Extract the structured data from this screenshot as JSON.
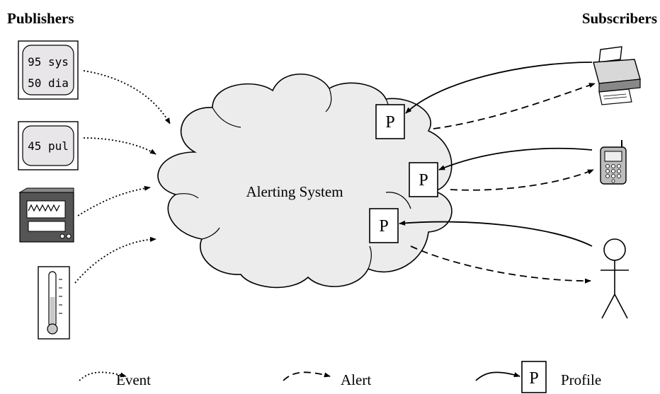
{
  "headers": {
    "publishers": "Publishers",
    "subscribers": "Subscribers"
  },
  "cloud_label": "Alerting System",
  "profile_marker": "P",
  "publishers": {
    "bp_monitor": {
      "line1": "95 sys",
      "line2": "50 dia"
    },
    "pulse_monitor": {
      "text": "45 pul"
    }
  },
  "legend": {
    "event": "Event",
    "alert": "Alert",
    "profile": "Profile"
  },
  "icons": {
    "publishers": [
      "blood-pressure-display-icon",
      "pulse-display-icon",
      "vital-signs-monitor-icon",
      "thermometer-icon"
    ],
    "subscribers": [
      "printer-icon",
      "mobile-phone-icon",
      "person-icon"
    ]
  },
  "colors": {
    "cloud_fill": "#ececec",
    "display_fill": "#e8e6e8",
    "stroke": "#000000"
  }
}
